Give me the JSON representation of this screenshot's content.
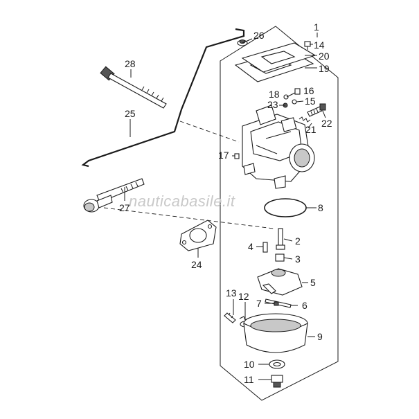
{
  "watermark": "nauticabasile.it",
  "callouts": {
    "c1": "1",
    "c2": "2",
    "c3": "3",
    "c4": "4",
    "c5": "5",
    "c6": "6",
    "c7": "7",
    "c8": "8",
    "c9": "9",
    "c10": "10",
    "c11": "11",
    "c12": "12",
    "c13": "13",
    "c14": "14",
    "c15": "15",
    "c16": "16",
    "c17": "17",
    "c18": "18",
    "c19": "19",
    "c20": "20",
    "c21": "21",
    "c22": "22",
    "c23": "23",
    "c24": "24",
    "c25": "25",
    "c26": "26",
    "c27": "27",
    "c28": "28"
  }
}
